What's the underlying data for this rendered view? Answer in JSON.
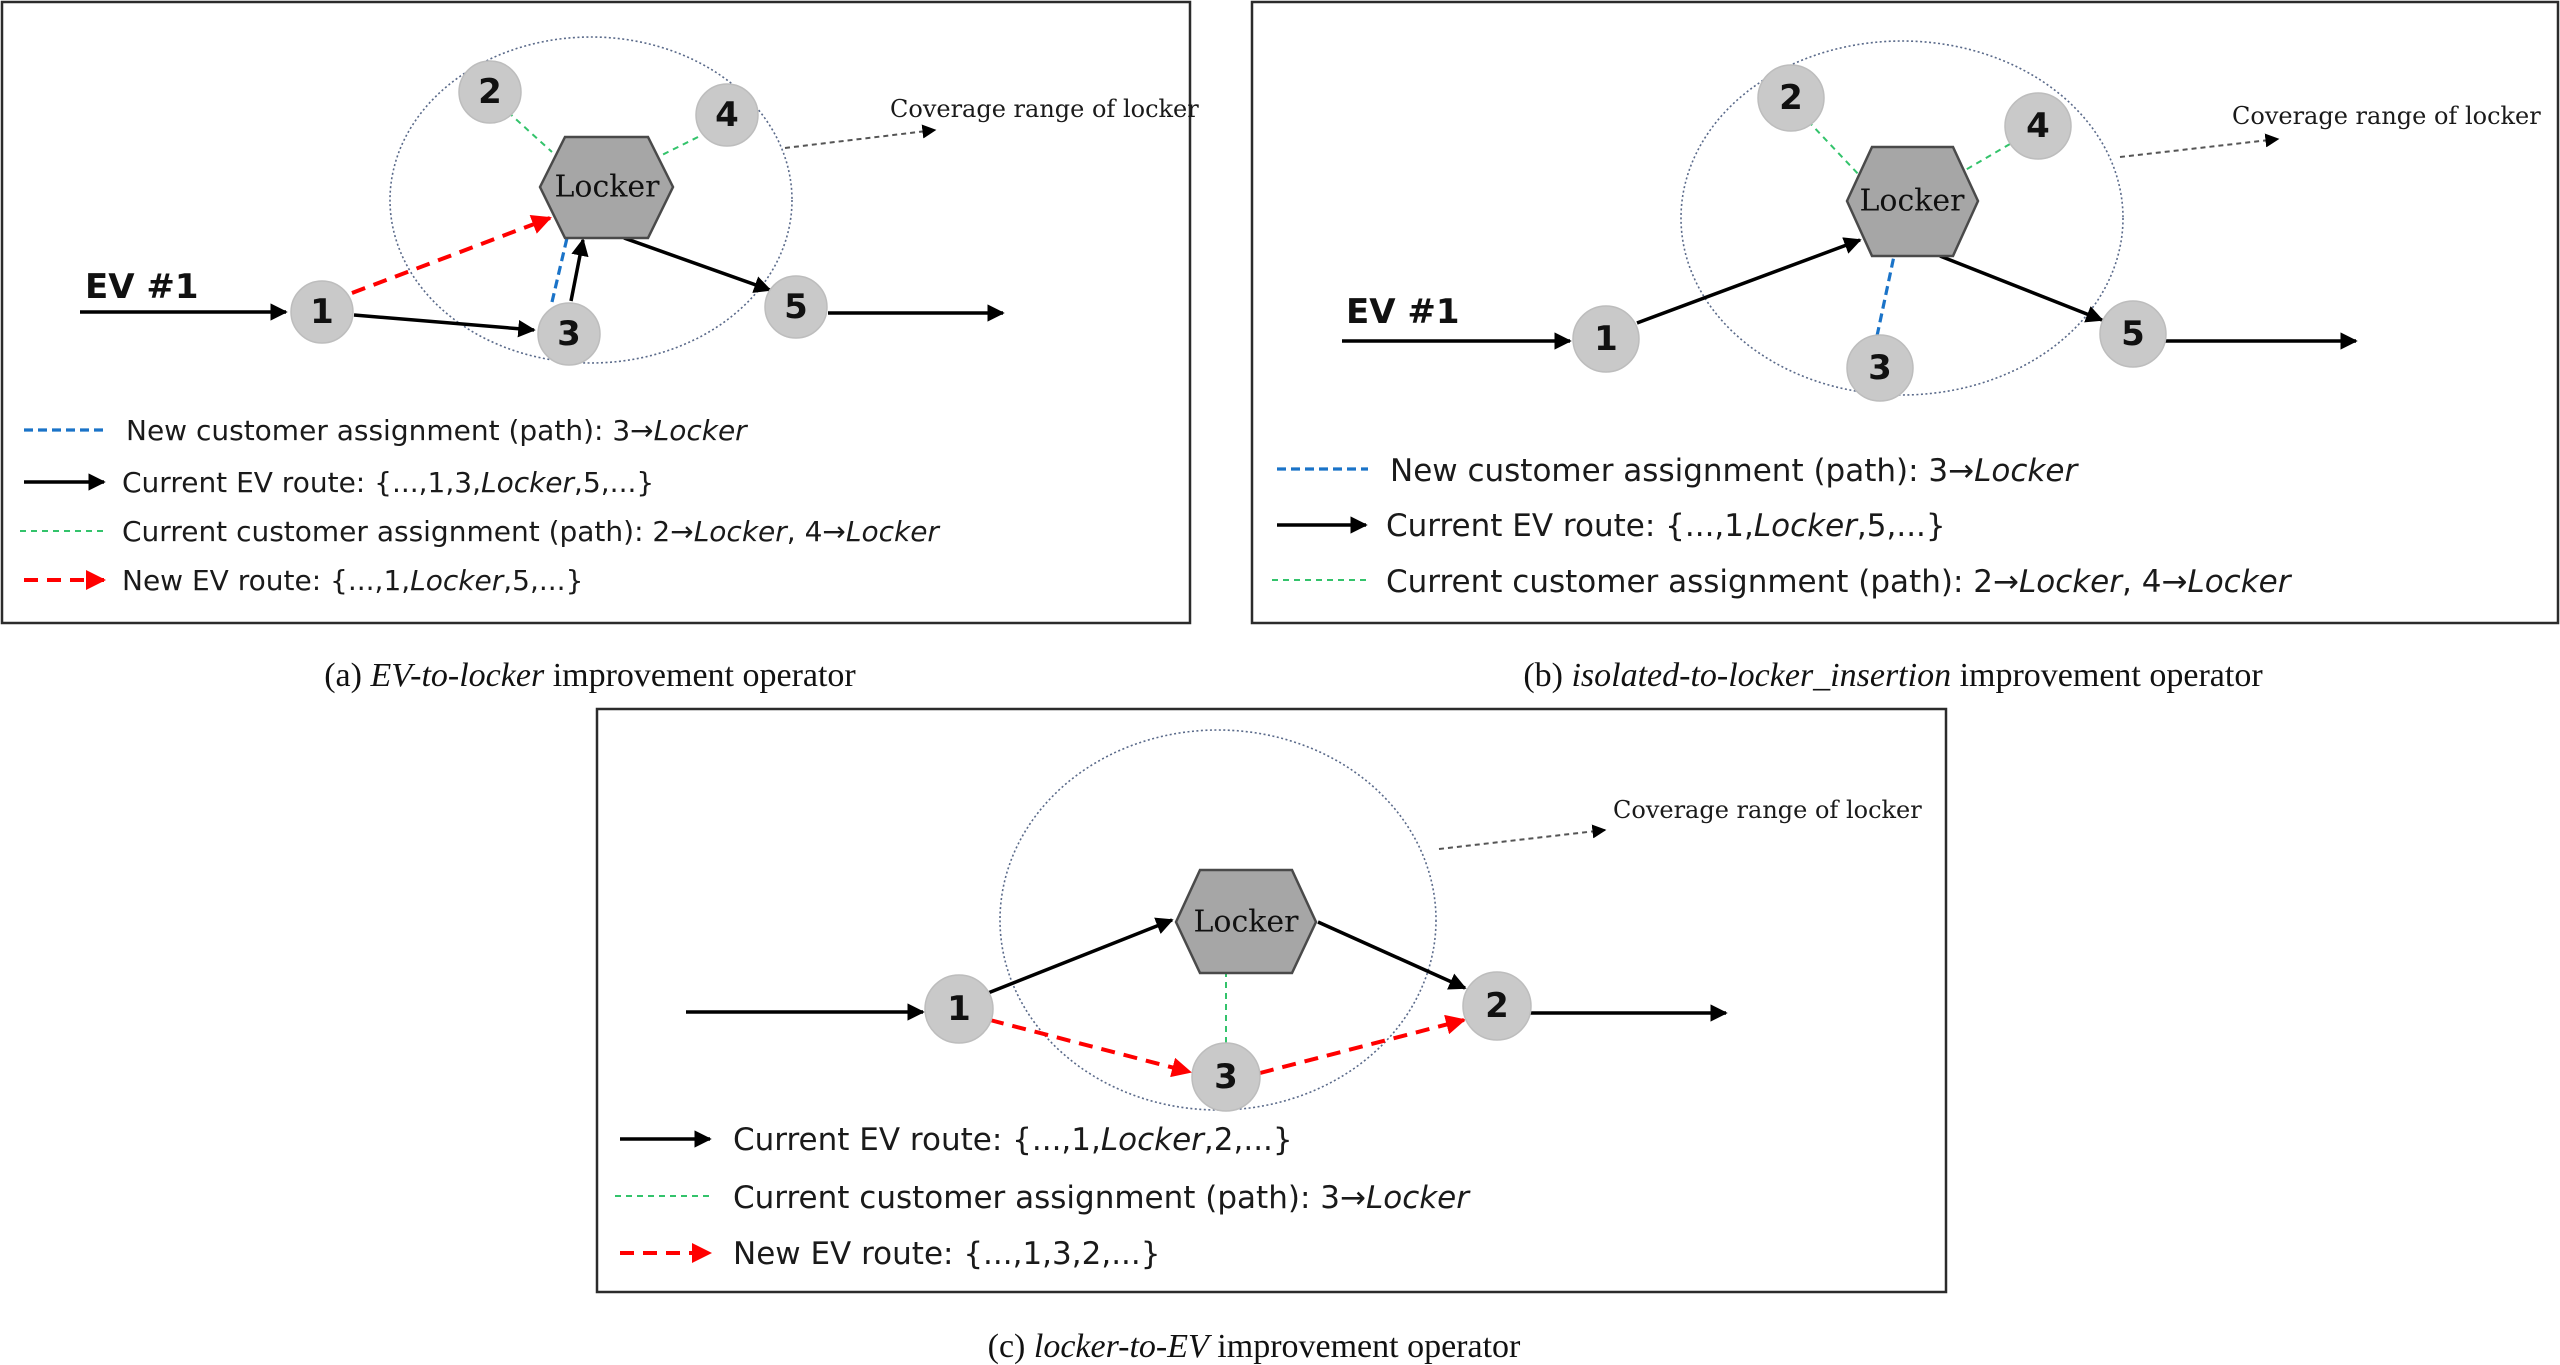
{
  "figure": {
    "panels": [
      {
        "id": "a",
        "caption": {
          "prefix": "(a) ",
          "operator": "EV-to-locker",
          "suffix": " improvement operator"
        },
        "ev_label": "EV #1",
        "locker_label": "Locker",
        "coverage_label": "Coverage range of locker",
        "nodes": [
          "1",
          "2",
          "3",
          "4",
          "5"
        ],
        "legend": [
          {
            "type": "new-assignment",
            "text": "New customer assignment (path): 3→",
            "italic": "Locker",
            "rest": ""
          },
          {
            "type": "current-route",
            "text": "Current EV route: {...,1,3,",
            "italic": "Locker",
            "rest": ",5,...}"
          },
          {
            "type": "current-assignment",
            "text": "Current customer assignment (path): 2→",
            "italic": "Locker",
            "rest": ", 4→",
            "italic2": "Locker"
          },
          {
            "type": "new-route",
            "text": "New EV route: {...,1,",
            "italic": "Locker",
            "rest": ",5,...}"
          }
        ]
      },
      {
        "id": "b",
        "caption": {
          "prefix": "(b) ",
          "operator": "isolated-to-locker_insertion",
          "suffix": " improvement operator"
        },
        "ev_label": "EV #1",
        "locker_label": "Locker",
        "coverage_label": "Coverage range of locker",
        "nodes": [
          "1",
          "2",
          "3",
          "4",
          "5"
        ],
        "legend": [
          {
            "type": "new-assignment",
            "text": "New customer assignment (path): 3→",
            "italic": "Locker",
            "rest": ""
          },
          {
            "type": "current-route",
            "text": "Current EV route: {...,1,",
            "italic": "Locker",
            "rest": ",5,...}"
          },
          {
            "type": "current-assignment",
            "text": "Current customer assignment (path): 2→",
            "italic": "Locker",
            "rest": ", 4→",
            "italic2": "Locker"
          }
        ]
      },
      {
        "id": "c",
        "caption": {
          "prefix": "(c) ",
          "operator": "locker-to-EV",
          "suffix": " improvement operator"
        },
        "locker_label": "Locker",
        "coverage_label": "Coverage range of locker",
        "nodes": [
          "1",
          "2",
          "3"
        ],
        "legend": [
          {
            "type": "current-route",
            "text": "Current EV route: {...,1,",
            "italic": "Locker",
            "rest": ",2,...}"
          },
          {
            "type": "current-assignment",
            "text": "Current customer assignment (path): 3→",
            "italic": "Locker",
            "rest": ""
          },
          {
            "type": "new-route",
            "text": "New EV route: {...,1,3,2,...}",
            "italic": "",
            "rest": ""
          }
        ]
      }
    ],
    "colors": {
      "current_route": "#000000",
      "new_route": "#ff0000",
      "current_assignment": "#33c36b",
      "new_assignment": "#1a73c8",
      "node_fill": "#c9c9c9",
      "locker_fill": "#a6a6a6"
    }
  }
}
